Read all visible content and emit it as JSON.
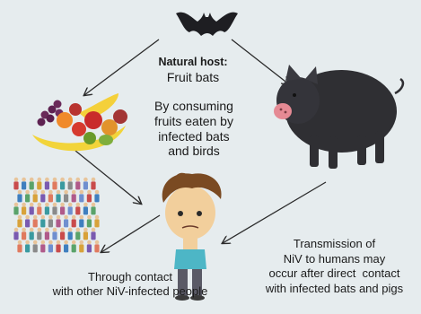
{
  "natural_host": {
    "title": "Natural host:",
    "subtitle": "Fruit bats"
  },
  "fruit_route": {
    "text": "By consuming fruits eaten by infected bats and birds",
    "lines": [
      "By consuming",
      "fruits eaten by",
      "infected bats",
      "and birds"
    ]
  },
  "human_route": {
    "text": "Through contact with other NiV-infected people",
    "lines": [
      "Through contact",
      "with other NiV-infected people"
    ]
  },
  "pig_route": {
    "text": "Transmission of NiV to humans may occur after direct contact with infected bats and pigs",
    "lines": [
      "Transmission of",
      "NiV to humans may",
      "occur after direct  contact",
      "with infected bats and pigs"
    ]
  },
  "colors": {
    "background": "#e6ecee",
    "arrow": "#2b2b2b",
    "bat": "#1e1e22",
    "pig": "#2f2f33",
    "pig_snout": "#e58a94"
  }
}
